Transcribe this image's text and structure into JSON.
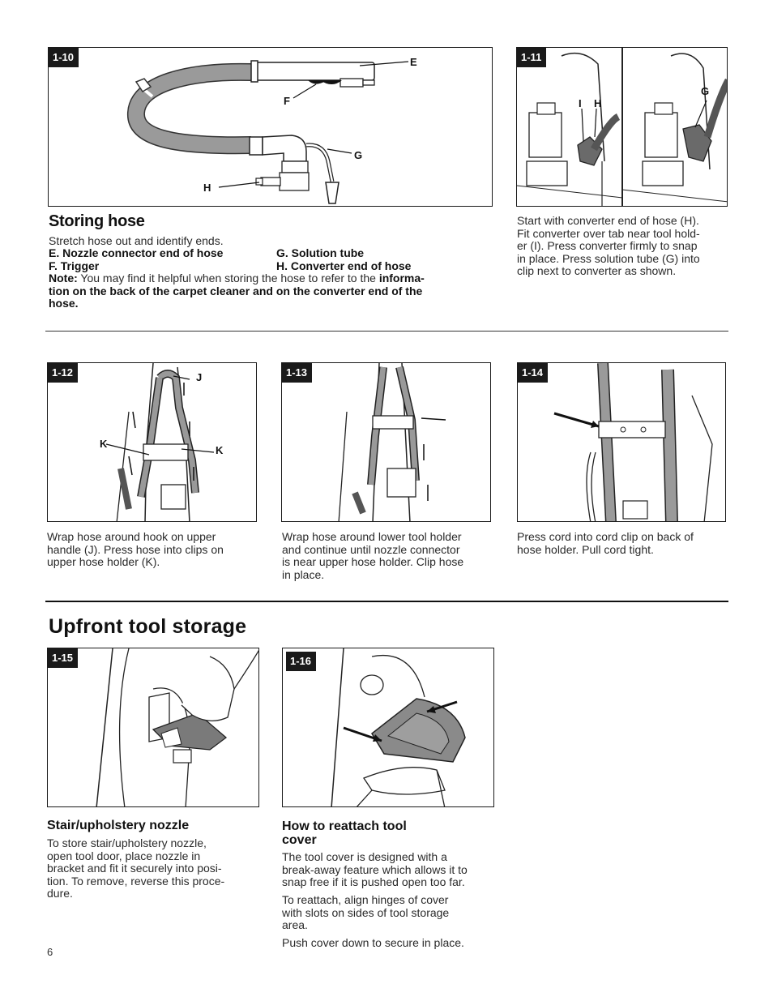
{
  "figures": {
    "f110": {
      "id": "1-10",
      "labels": {
        "e": "E",
        "f": "F",
        "g": "G",
        "h": "H"
      }
    },
    "f111": {
      "id": "1-11",
      "labels": {
        "i": "I",
        "h": "H",
        "g": "G"
      }
    },
    "f112": {
      "id": "1-12",
      "labels": {
        "j": "J",
        "k1": "K",
        "k2": "K"
      }
    },
    "f113": {
      "id": "1-13"
    },
    "f114": {
      "id": "1-14"
    },
    "f115": {
      "id": "1-15"
    },
    "f116": {
      "id": "1-16"
    }
  },
  "storing_hose": {
    "heading": "Storing hose",
    "intro": "Stretch hose out and identify ends.",
    "parts": {
      "e": "E. Nozzle connector end of hose",
      "f": "F. Trigger",
      "g": "G. Solution tube",
      "h": "H. Converter end of hose"
    },
    "note_label": "Note:",
    "note_text": "You may find it helpful when storing the hose to refer to the",
    "note_bold_1": "informa-",
    "note_bold_2": "tion on the back of the carpet cleaner and on the converter end of the",
    "note_bold_3": "hose."
  },
  "captions": {
    "c111": [
      "Start with converter end of hose (H).",
      "Fit converter over tab near tool hold-",
      "er (I). Press converter firmly to snap",
      "in place. Press solution tube (G) into",
      "clip next to converter as shown."
    ],
    "c112": [
      "Wrap hose around hook on upper",
      "handle (J). Press hose into clips on",
      "upper hose holder (K)."
    ],
    "c113": [
      "Wrap hose around lower tool holder",
      "and continue until nozzle connector",
      "is near upper hose holder. Clip hose",
      "in place."
    ],
    "c114": [
      "Press cord into cord clip on back of",
      "hose holder. Pull cord tight."
    ]
  },
  "upfront": {
    "heading": "Upfront tool storage",
    "stair": {
      "heading": "Stair/upholstery nozzle",
      "lines": [
        "To store stair/upholstery nozzle,",
        "open tool door, place nozzle in",
        "bracket and fit it securely into posi-",
        "tion. To remove, reverse this proce-",
        "dure."
      ]
    },
    "reattach": {
      "heading_1": "How to reattach tool",
      "heading_2": "cover",
      "p1": [
        "The tool cover is designed with a",
        "break-away feature which allows it to",
        "snap free if it is pushed open too far."
      ],
      "p2": [
        "To reattach, align hinges of cover",
        "with slots on sides of tool storage",
        "area."
      ],
      "p3": [
        "Push cover down to secure in place."
      ]
    }
  },
  "page_number": "6"
}
